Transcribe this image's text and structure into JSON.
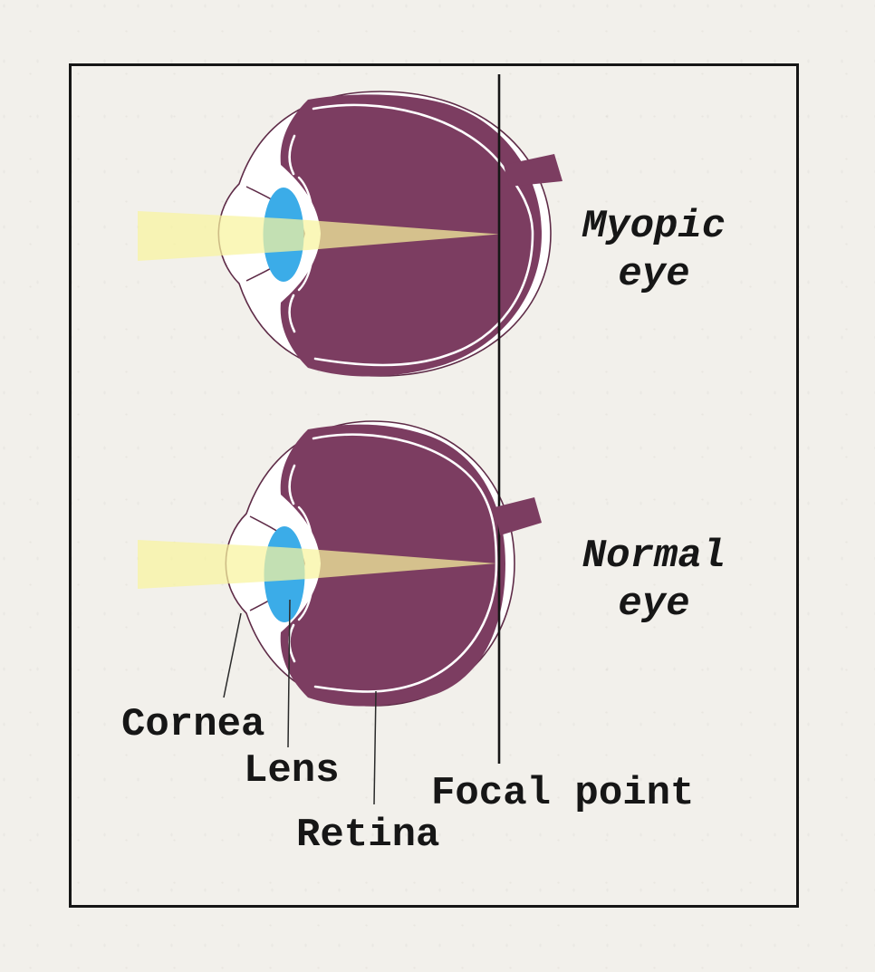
{
  "figure": {
    "type": "anatomy-comparison-diagram",
    "subject": "Myopic eye vs Normal eye light focusing"
  },
  "captions": {
    "myopic": {
      "line1": "Myopic",
      "line2": "eye"
    },
    "normal": {
      "line1": "Normal",
      "line2": "eye"
    }
  },
  "labels": {
    "cornea": "Cornea",
    "lens": "Lens",
    "retina": "Retina",
    "focal_point": "Focal point"
  },
  "colors": {
    "paper": "#f2f0eb",
    "ink": "#161616",
    "eye_body": "#7c3d61",
    "eye_outline": "#5e2b47",
    "eye_fill": "#ffffff",
    "inner_ring": "#ffffff",
    "lens_blue": "#3bace8",
    "beam_yellow": "#f8f49e",
    "leader": "#2a2a2a"
  }
}
